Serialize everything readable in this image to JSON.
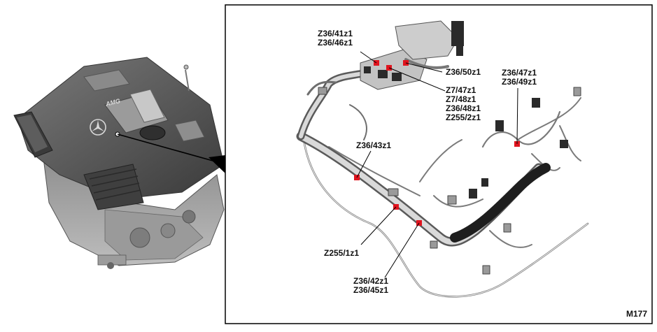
{
  "labels": {
    "z36_41_46": "Z36/41z1\nZ36/46z1",
    "z36_50": "Z36/50z1",
    "z36_47_49": "Z36/47z1\nZ36/49z1",
    "z7_group": "Z7/47z1\nZ7/48z1\nZ36/48z1\nZ255/2z1",
    "z36_43": "Z36/43z1",
    "z255_1": "Z255/1z1",
    "z36_42_45": "Z36/42z1\nZ36/45z1"
  },
  "figure_code": "M177",
  "icons": {
    "engine": "engine-cover-illustration-icon",
    "harness": "wiring-harness-illustration-icon",
    "brand": "amg-star-logo-icon"
  },
  "colors": {
    "marker": "#e0141e",
    "line": "#000000",
    "panel_border": "#000000",
    "engine_dark": "#4a4a4a"
  }
}
